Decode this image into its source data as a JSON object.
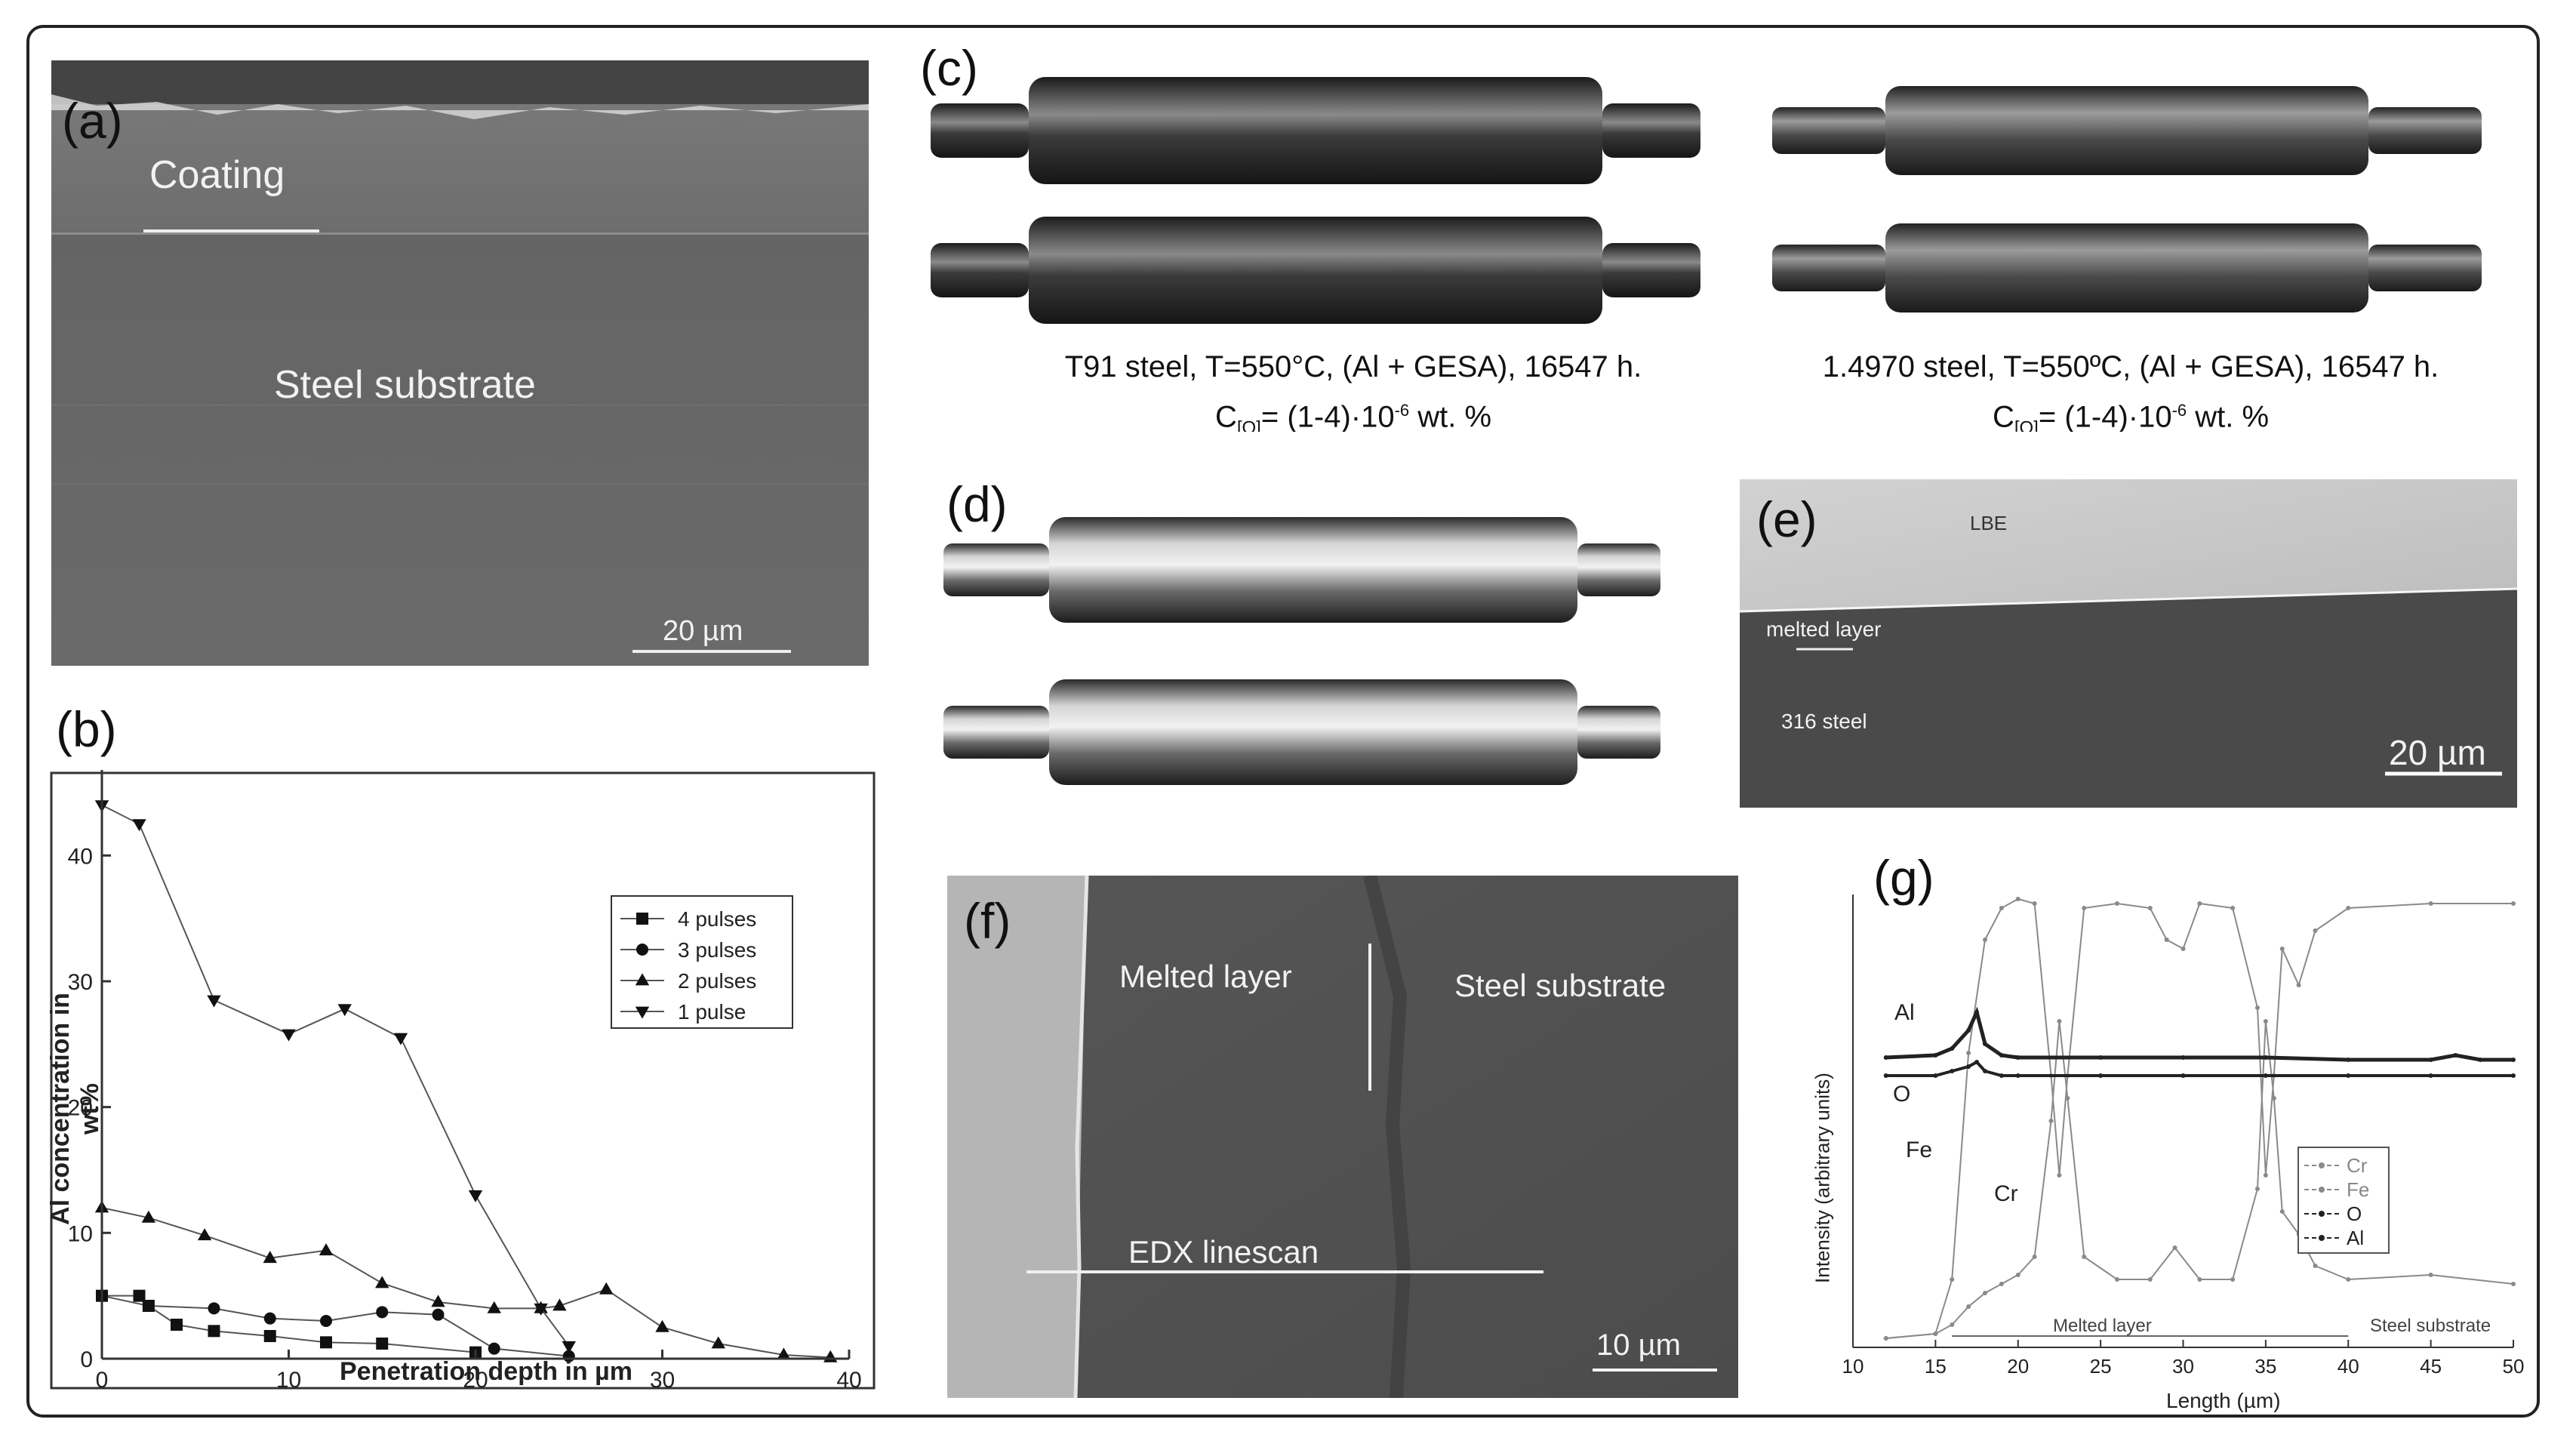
{
  "figure": {
    "panels": {
      "a": {
        "label": "(a)",
        "coating": "Coating",
        "substrate": "Steel substrate",
        "scale": "20 µm"
      },
      "b": {
        "label": "(b)"
      },
      "c": {
        "label": "(c)",
        "left_caption_line1": "T91 steel, T=550°C, (Al + GESA), 16547 h.",
        "left_caption_line2_prefix": "C",
        "left_caption_line2_sub": "[O]",
        "left_caption_line2_mid": "= (1-4)·10",
        "left_caption_line2_sup": "-6",
        "left_caption_line2_suffix": " wt. %",
        "right_caption_line1": "1.4970 steel, T=550ºC, (Al + GESA), 16547 h.",
        "right_caption_line2_prefix": "C",
        "right_caption_line2_sub": "[O]",
        "right_caption_line2_mid": "= (1-4)·10",
        "right_caption_line2_sup": "-6",
        "right_caption_line2_suffix": " wt. %"
      },
      "d": {
        "label": "(d)"
      },
      "e": {
        "label": "(e)",
        "lbe": "LBE",
        "melted": "melted layer",
        "steel": "316 steel",
        "scale": "20 µm"
      },
      "f": {
        "label": "(f)",
        "melted": "Melted layer",
        "substrate": "Steel substrate",
        "edx": "EDX linescan",
        "scale": "10 µm"
      },
      "g": {
        "label": "(g)",
        "al_label": "Al",
        "o_label": "O",
        "fe_label": "Fe",
        "cr_label": "Cr",
        "melted_region": "Melted layer",
        "substrate_region": "Steel substrate"
      }
    }
  },
  "colors": {
    "frame": "#222222",
    "sem_dark": "#5a5a5a",
    "sem_light": "#b9b9b9",
    "plot_line": "#555555"
  },
  "chart_data": [
    {
      "panel": "b",
      "type": "line",
      "title": "",
      "xlabel": "Penetration depth in µm",
      "ylabel": "Al concentration in wt%",
      "xlim": [
        0,
        40
      ],
      "ylim": [
        0,
        45
      ],
      "xticks": [
        0,
        10,
        20,
        30,
        40
      ],
      "yticks": [
        0,
        10,
        20,
        30,
        40
      ],
      "legend_position": "right",
      "series": [
        {
          "name": "4 pulses",
          "marker": "square",
          "x": [
            0,
            2,
            2.5,
            4,
            6,
            9,
            12,
            15,
            20
          ],
          "y": [
            5,
            5,
            4.2,
            2.7,
            2.2,
            1.8,
            1.3,
            1.2,
            0.5
          ]
        },
        {
          "name": "3 pulses",
          "marker": "circle",
          "x": [
            0,
            2.5,
            6,
            9,
            12,
            15,
            18,
            21,
            25
          ],
          "y": [
            5,
            4.2,
            4,
            3.2,
            3,
            3.7,
            3.5,
            0.8,
            0.2
          ]
        },
        {
          "name": "2 pulses",
          "marker": "triangle-up",
          "x": [
            0,
            2.5,
            5.5,
            9,
            12,
            15,
            18,
            21,
            23.5,
            24.5,
            27,
            30,
            33,
            36.5,
            39
          ],
          "y": [
            12,
            11.2,
            9.8,
            8,
            8.6,
            6,
            4.5,
            4,
            4,
            4.2,
            5.5,
            2.5,
            1.2,
            0.3,
            0.1
          ]
        },
        {
          "name": "1 pulse",
          "marker": "triangle-down",
          "x": [
            0,
            2,
            6,
            10,
            13,
            16,
            20,
            23.5,
            25
          ],
          "y": [
            44,
            42.5,
            28.5,
            25.8,
            27.8,
            25.5,
            13,
            4,
            1
          ]
        }
      ]
    },
    {
      "panel": "g",
      "type": "line",
      "title": "",
      "xlabel": "Length (µm)",
      "ylabel": "Intensity (arbitrary units)",
      "xlim": [
        10,
        50
      ],
      "xticks": [
        10,
        15,
        20,
        25,
        30,
        35,
        40,
        45,
        50
      ],
      "legend_position": "right",
      "series": [
        {
          "name": "Cr",
          "marker": "circle",
          "x": [
            12,
            15,
            16,
            17,
            18,
            19,
            20,
            21,
            22,
            22.5,
            23,
            24,
            26,
            28,
            29.5,
            31,
            33,
            34.5,
            35,
            35.5,
            36,
            37,
            38,
            40,
            45,
            50
          ],
          "y": [
            0.02,
            0.03,
            0.05,
            0.09,
            0.12,
            0.14,
            0.16,
            0.2,
            0.5,
            0.72,
            0.55,
            0.2,
            0.15,
            0.15,
            0.22,
            0.15,
            0.15,
            0.35,
            0.72,
            0.55,
            0.3,
            0.25,
            0.18,
            0.15,
            0.16,
            0.14
          ]
        },
        {
          "name": "Fe",
          "marker": "circle",
          "x": [
            12,
            15,
            16,
            17,
            18,
            19,
            20,
            21,
            22,
            22.5,
            23,
            24,
            26,
            28,
            29,
            30,
            31,
            33,
            34.5,
            35,
            35.5,
            36,
            37,
            38,
            40,
            45,
            50
          ],
          "y": [
            0.02,
            0.03,
            0.15,
            0.65,
            0.9,
            0.97,
            0.99,
            0.98,
            0.6,
            0.38,
            0.6,
            0.97,
            0.98,
            0.97,
            0.9,
            0.88,
            0.98,
            0.97,
            0.75,
            0.38,
            0.6,
            0.88,
            0.8,
            0.92,
            0.97,
            0.98,
            0.98
          ]
        },
        {
          "name": "O",
          "marker": "circle",
          "x": [
            12,
            15,
            16,
            17,
            17.5,
            18,
            19,
            20,
            25,
            30,
            35,
            40,
            45,
            50
          ],
          "y": [
            0.6,
            0.6,
            0.61,
            0.62,
            0.63,
            0.61,
            0.6,
            0.6,
            0.6,
            0.6,
            0.6,
            0.6,
            0.6,
            0.6
          ]
        },
        {
          "name": "Al",
          "marker": "circle",
          "x": [
            12,
            15,
            16,
            17,
            17.5,
            18,
            19,
            20,
            25,
            30,
            35,
            40,
            45,
            46.5,
            48,
            50
          ],
          "y": [
            0.64,
            0.645,
            0.66,
            0.7,
            0.74,
            0.67,
            0.645,
            0.64,
            0.64,
            0.64,
            0.64,
            0.635,
            0.635,
            0.645,
            0.635,
            0.635
          ]
        }
      ]
    }
  ]
}
